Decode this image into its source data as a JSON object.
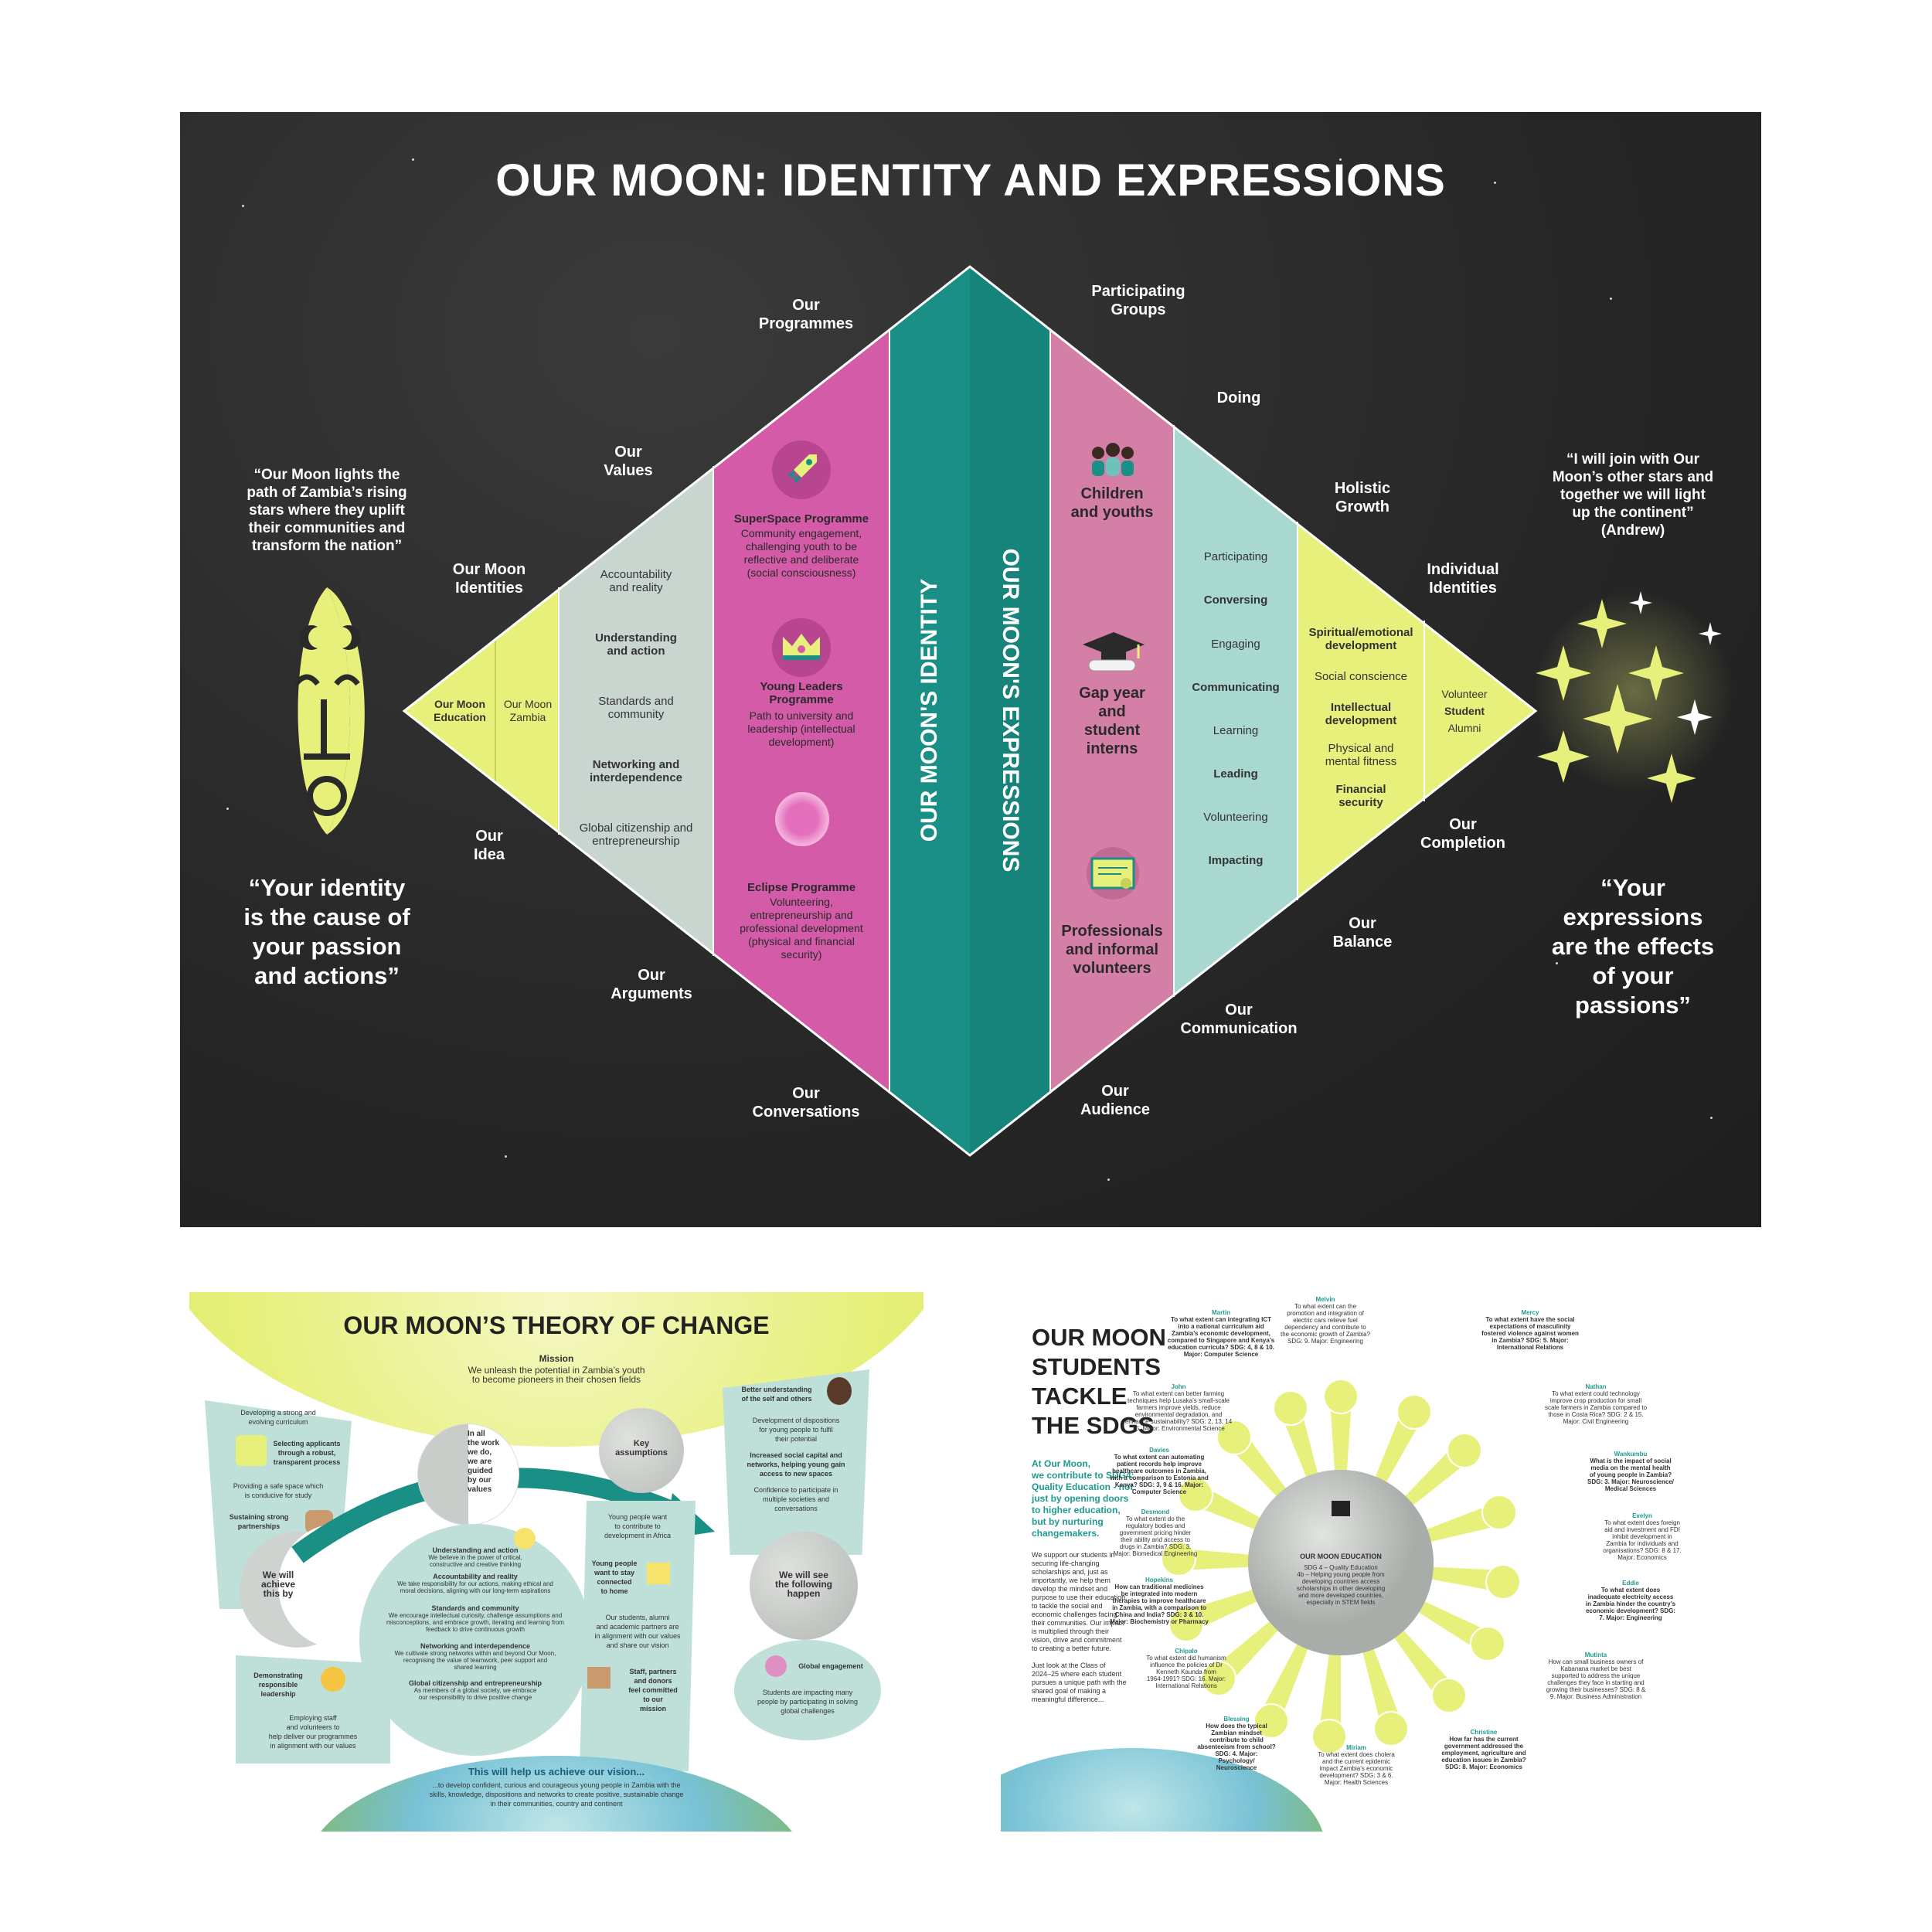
{
  "panel1": {
    "title": "OUR MOON: IDENTITY AND EXPRESSIONS",
    "colors": {
      "background": "#2a2a2a",
      "yellow": "#e6f07a",
      "grey": "#c9d6d0",
      "magenta": "#d35ba8",
      "teal": "#1a8f85",
      "pink": "#d47fa6",
      "mint": "#a9d8d1"
    },
    "outer_labels": {
      "our_programmes": "Our\nProgrammes",
      "participating_groups": "Participating\nGroups",
      "doing": "Doing",
      "our_values": "Our\nValues",
      "holistic_growth": "Holistic\nGrowth",
      "our_moon_identities": "Our Moon\nIdentities",
      "individual_identities": "Individual\nIdentities",
      "our_idea": "Our\nIdea",
      "our_completion": "Our\nCompletion",
      "our_arguments": "Our\nArguments",
      "our_balance": "Our\nBalance",
      "our_communication": "Our\nCommunication",
      "our_conversations": "Our\nConversations",
      "our_audience": "Our\nAudience"
    },
    "tip_left": {
      "a": "Our Moon\nEducation",
      "b": "Our Moon\nZambia"
    },
    "values": [
      "Accountability\nand reality",
      "Understanding\nand action",
      "Standards and\ncommunity",
      "Networking and\ninterdependence",
      "Global citizenship and\nentrepreneurship"
    ],
    "programmes": [
      {
        "title": "SuperSpace Programme",
        "desc": "Community engagement,\nchallenging youth to be\nreflective and deliberate\n(social consciousness)",
        "icon": "rocket-icon"
      },
      {
        "title": "Young Leaders\nProgramme",
        "desc": "Path to university and\nleadership (intellectual\ndevelopment)",
        "icon": "crown-icon"
      },
      {
        "title": "Eclipse Programme",
        "desc": "Volunteering,\nentrepreneurship and\nprofessional development\n(physical and financial\nsecurity)",
        "icon": "eclipse-icon"
      }
    ],
    "identity_label": "OUR MOON'S IDENTITY",
    "expressions_label": "OUR MOON'S EXPRESSIONS",
    "groups": [
      {
        "title": "Children\nand youths",
        "icon": "people-icon"
      },
      {
        "title": "Gap year\nand\nstudent\ninterns",
        "icon": "graduation-cap-icon"
      },
      {
        "title": "Professionals\nand informal\nvolunteers",
        "icon": "certificate-icon"
      }
    ],
    "doing": [
      "Participating",
      "Conversing",
      "Engaging",
      "Communicating",
      "Learning",
      "Leading",
      "Volunteering",
      "Impacting"
    ],
    "growth": [
      "Spiritual/emotional\ndevelopment",
      "Social conscience",
      "Intellectual\ndevelopment",
      "Physical and\nmental fitness",
      "Financial\nsecurity"
    ],
    "tip_right": {
      "a": "Volunteer",
      "b": "Student",
      "c": "Alumni"
    },
    "quote_left_small": "“Our Moon lights the\npath of Zambia’s rising\nstars where they uplift\ntheir communities and\ntransform the nation”",
    "quote_left_big": "“Your identity\nis the cause of\nyour passion\nand actions”",
    "quote_right_small": "“I will join with Our\nMoon’s other stars and\ntogether we will light\nup the continent”\n(Andrew)",
    "quote_right_big": "“Your\nexpressions\nare the effects\nof your\npassions”"
  },
  "panel2": {
    "title": "OUR MOON’S THEORY OF CHANGE",
    "mission_title": "Mission",
    "mission_text": "We unleash the potential in Zambia’s youth\nto become pioneers in their chosen fields",
    "left_col": [
      "Developing a strong and\nevolving curriculum",
      "Selecting applicants\nthrough a robust,\ntransparent process",
      "Providing a safe space which\nis conducive for study",
      "Sustaining strong\npartnerships"
    ],
    "crescent_text": "We will\nachieve\nthis by",
    "half_moon_text": "In all\nthe work\nwe do,\nwe are\nguided\nby our\nvalues",
    "values": [
      {
        "t": "Understanding and action",
        "d": "We believe in the power of critical,\nconstructive and creative thinking"
      },
      {
        "t": "Accountability and reality",
        "d": "We take responsibility for our actions, making ethical and\nmoral decisions, aligning with our long-term aspirations"
      },
      {
        "t": "Standards and community",
        "d": "We encourage intellectual curiosity, challenge assumptions and\nmisconceptions, and embrace growth, iterating and learning from\nfeedback to drive continuous growth"
      },
      {
        "t": "Networking and interdependence",
        "d": "We cultivate strong networks within and beyond Our Moon,\nrecognising the value of teamwork, peer support and\nshared learning"
      },
      {
        "t": "Global citizenship and entrepreneurship",
        "d": "As members of a global society, we embrace\nour responsibility to drive positive change"
      }
    ],
    "bottom_left": [
      "Demonstrating\nresponsible\nleadership",
      "Employing staff\nand volunteers to\nhelp deliver our programmes\nin alignment with our values"
    ],
    "key_assumptions": "Key\nassumptions",
    "assumptions": [
      "Young people want\nto contribute to\ndevelopment in Africa",
      "Young people\nwant to stay\nconnected\nto home",
      "Our students, alumni\nand academic partners are\nin alignment with our values\nand share our vision",
      "Staff, partners\nand donors\nfeel committed\nto our\nmission"
    ],
    "outcomes_moon": "We will see\nthe following\nhappen",
    "outcomes": [
      "Better understanding\nof the self and others",
      "Development of dispositions\nfor young people to fulfil\ntheir potential",
      "Increased social capital and\nnetworks, helping young gain\naccess to new spaces",
      "Confidence to participate in\nmultiple societies and\nconversations"
    ],
    "global_engagement": "Global engagement",
    "global_text": "Students are impacting many\npeople by participating in solving\nglobal challenges",
    "vision_title": "This will help us achieve our vision...",
    "vision_text": "...to develop confident, curious and courageous young people in Zambia with the\nskills, knowledge, dispositions and networks to create positive, sustainable change\nin their communities, country and continent"
  },
  "panel3": {
    "title": "OUR MOON\nSTUDENTS\nTACKLE\nTHE SDGS",
    "teal_text": "At Our Moon,\nwe contribute to SDG4:\nQuality Education - not\njust by opening doors\nto higher education,\nbut by nurturing\nchangemakers.",
    "body_text": "We support our students in\nsecuring life-changing\nscholarships and, just as\nimportantly, we help them\ndevelop the mindset and\npurpose to use their education\nto tackle the social and\neconomic challenges facing\ntheir communities. Our impact\nis multiplied through their\nvision, drive and commitment\nto creating a better future.",
    "body_text2": "Just look at the Class of\n2024–25 where each student\npursues a unique path with the\nshared goal of making a\nmeaningful difference...",
    "center_title": "OUR MOON EDUCATION",
    "center_text": "SDG 4 – Quality Education\n4b – Helping young people from\ndeveloping countries access\nscholarships in other developing\nand more developed countries,\nespecially in STEM fields",
    "students": [
      {
        "name": "Melvin",
        "q": "To what extent can the\npromotion and integration of\nelectric cars relieve fuel\ndependency and contribute to\nthe economic growth of Zambia?\nSDG: 9. Major: Engineering"
      },
      {
        "name": "Martin",
        "q": "To what extent can integrating ICT\ninto a national curriculum aid\nZambia’s economic development,\ncompared to Singapore and Kenya’s\neducation curricula? SDG: 4, 8 & 10.\nMajor: Computer Science"
      },
      {
        "name": "Mercy",
        "q": "To what extent have the social\nexpectations of masculinity\nfostered violence against women\nin Zambia? SDG: 5. Major:\nInternational Relations"
      },
      {
        "name": "John",
        "q": "To what extent can better farming\ntechniques help Lusaka’s small-scale\nfarmers improve yields, reduce\nenvironmental degradation, and\nenhance sustainability? SDG: 2, 13, 14\n15. Major: Environmental Science"
      },
      {
        "name": "Nathan",
        "q": "To what extent could technology\nimprove crop production for small\nscale farmers in Zambia compared to\nthose in Costa Rica? SDG: 2 & 15.\nMajor: Civil Engineering"
      },
      {
        "name": "Davies",
        "q": "To what extent can automating\npatient records help improve\nhealthcare outcomes in Zambia,\nwith a comparison to Estonia and\nKenya? SDG: 3, 9 & 16. Major:\nComputer Science"
      },
      {
        "name": "Wankumbu",
        "q": "What is the impact of social\nmedia on the mental health\nof young people in Zambia?\nSDG: 3. Major: Neuroscience/\nMedical Sciences"
      },
      {
        "name": "Desmond",
        "q": "To what extent do the\nregulatory bodies and\ngovernment pricing hinder\ntheir ability and access to\ndrugs in Zambia? SDG: 3.\nMajor: Biomedical Engineering"
      },
      {
        "name": "Evelyn",
        "q": "To what extent does foreign\naid and investment and FDI\ninhibit development in\nZambia for individuals and\norganisations? SDG: 8 & 17.\nMajor: Economics"
      },
      {
        "name": "Hopekins",
        "q": "How can traditional medicines\nbe integrated into modern\ntherapies to improve healthcare\nin Zambia, with a comparison to\nChina and India? SDG: 3 & 10.\nMajor: Biochemistry or Pharmacy"
      },
      {
        "name": "Eddie",
        "q": "To what extent does\ninadequate electricity access\nin Zambia hinder the country’s\neconomic development? SDG:\n7. Major: Engineering"
      },
      {
        "name": "Chipalo",
        "q": "To what extent did humanism\ninfluence the policies of Dr\nKenneth Kaunda from\n1964-1991? SDG: 16. Major:\nInternational Relations"
      },
      {
        "name": "Mutinta",
        "q": "How can small business owners of\nKabanana market be best\nsupported to address the unique\nchallenges they face in starting and\ngrowing their businesses? SDG: 8 &\n9. Major: Business Administration"
      },
      {
        "name": "Blessing",
        "q": "How does the typical\nZambian mindset\ncontribute to child\nabsenteeism from school?\nSDG: 4. Major:\nPsychology/\nNeuroscience"
      },
      {
        "name": "Miriam",
        "q": "To what extent does cholera\nand the current epidemic\nimpact Zambia’s economic\ndevelopment? SDG: 3 & 6.\nMajor: Health Sciences"
      },
      {
        "name": "Christine",
        "q": "How far has the current\ngovernment addressed the\nemployment, agriculture and\neducation issues in Zambia?\nSDG: 8. Major: Economics"
      }
    ]
  }
}
